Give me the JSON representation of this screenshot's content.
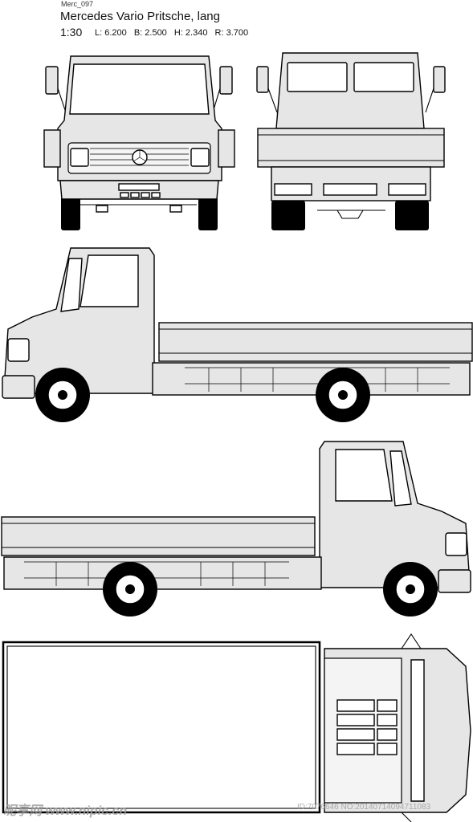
{
  "header": {
    "code": "Merc_097",
    "title": "Mercedes Vario Pritsche, lang",
    "scale": "1:30",
    "dims": {
      "length": "L: 6.200",
      "width": "B: 2.500",
      "height": "H: 2.340",
      "radstand": "R: 3.700"
    }
  },
  "views": [
    "front-view",
    "rear-view",
    "left-side-view",
    "right-side-view",
    "top-view"
  ],
  "watermark": {
    "left": "昵享网 www.nipic.cn",
    "right": "ID:7076646 NO:20140714094711083"
  }
}
